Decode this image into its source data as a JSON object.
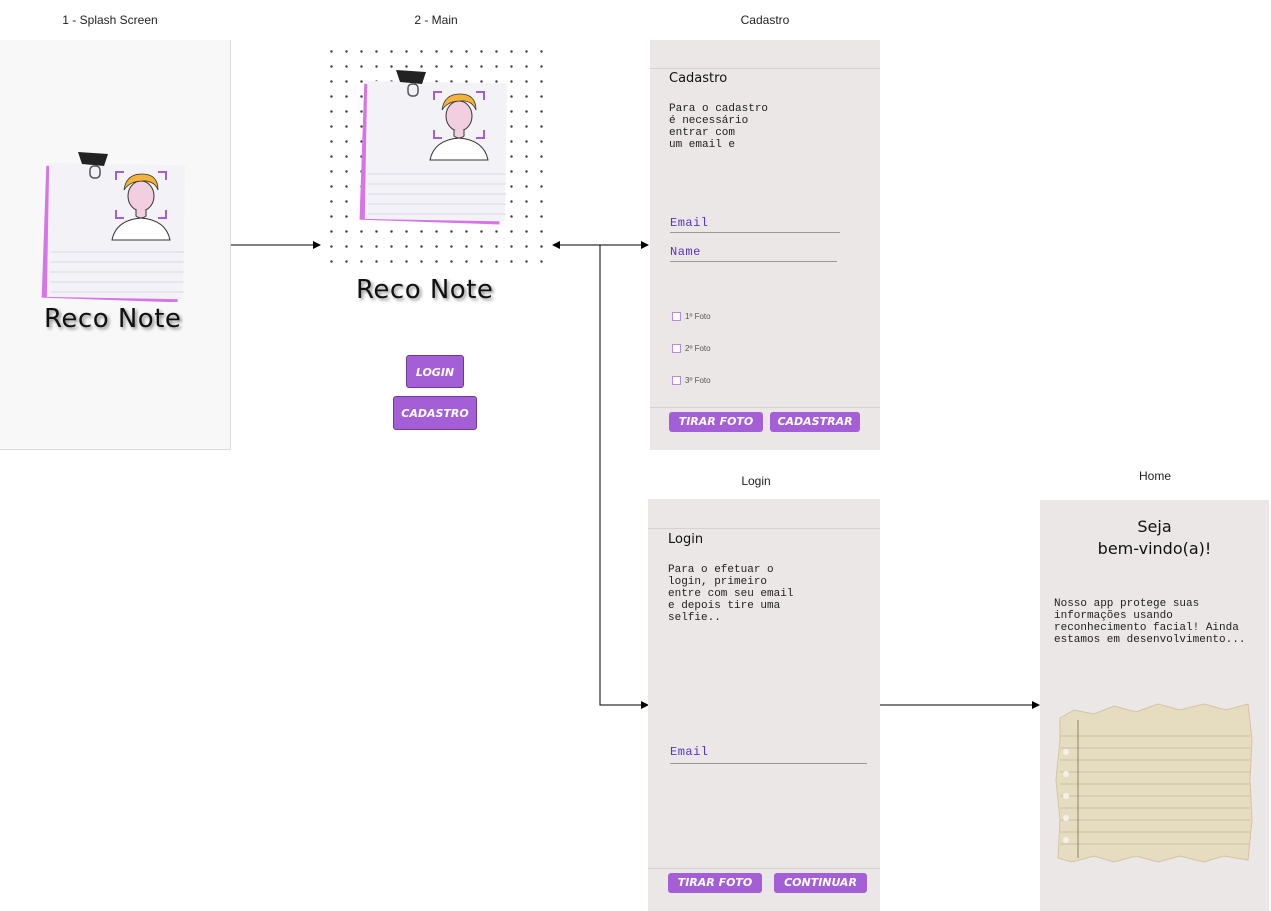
{
  "screens": {
    "splash": {
      "title": "1 - Splash Screen",
      "logo_text": "Reco Note"
    },
    "main": {
      "title": "2 - Main",
      "logo_text": "Reco Note",
      "login_button": "LOGIN",
      "signup_button": "CADASTRO"
    },
    "cadastro": {
      "title": "Cadastro",
      "heading": "Cadastro",
      "description": [
        "Para o cadastro",
        "é necessário",
        "entrar com",
        "um email e"
      ],
      "email_placeholder": "Email",
      "name_placeholder": "Name",
      "photos": [
        "1º Foto",
        "2º Foto",
        "3º Foto"
      ],
      "take_photo_button": "TIRAR FOTO",
      "register_button": "CADASTRAR"
    },
    "login": {
      "title": "Login",
      "heading": "Login",
      "description": [
        "Para o efetuar o",
        "login, primeiro",
        "entre com seu email",
        "e depois tire uma",
        "selfie.."
      ],
      "email_placeholder": "Email",
      "take_photo_button": "TIRAR FOTO",
      "continue_button": "CONTINUAR"
    },
    "home": {
      "title": "Home",
      "welcome_line1": "Seja",
      "welcome_line2": "bem-vindo(a)!",
      "description": [
        "Nosso app protege suas",
        "informações usando",
        "reconhecimento facial! Ainda",
        "estamos em desenvolvimento..."
      ]
    }
  },
  "colors": {
    "accent": "#a45fd6",
    "field_text": "#5533cc",
    "screen_bg": "#ebe7e6",
    "splash_bg": "#f8f8f8"
  }
}
